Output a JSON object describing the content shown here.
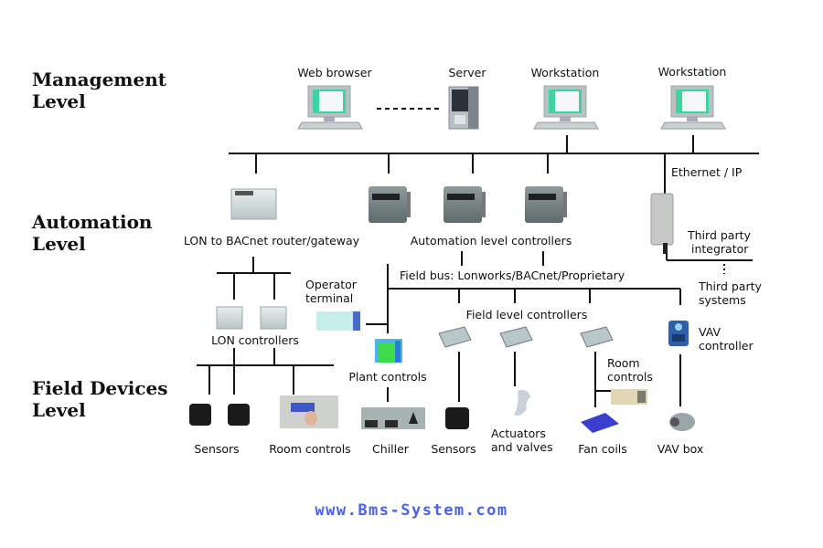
{
  "levels": {
    "management": [
      "Management",
      "Level"
    ],
    "automation": [
      "Automation",
      "Level"
    ],
    "field": [
      "Field Devices",
      "Level"
    ]
  },
  "management": {
    "web_browser": "Web browser",
    "server": "Server",
    "workstation_1": "Workstation",
    "workstation_2": "Workstation",
    "network": "Ethernet / IP"
  },
  "automation": {
    "router": "LON to BACnet router/gateway",
    "controllers": "Automation level controllers",
    "field_bus": "Field bus: Lonworks/BACnet/Proprietary",
    "third_party_integrator": [
      "Third party",
      "integrator"
    ],
    "third_party_systems": [
      "Third party",
      "systems"
    ],
    "operator_terminal": [
      "Operator",
      "terminal"
    ],
    "lon_controllers": "LON controllers",
    "field_level_controllers": "Field level controllers",
    "vav_controller": [
      "VAV",
      "controller"
    ],
    "plant_controls": "Plant controls",
    "room_controls_right": [
      "Room",
      "controls"
    ]
  },
  "field": {
    "sensors_left": "Sensors",
    "room_controls": "Room controls",
    "chiller": "Chiller",
    "sensors_mid": "Sensors",
    "actuators": [
      "Actuators",
      "and valves"
    ],
    "fan_coils": "Fan coils",
    "vav_box": "VAV box"
  },
  "footer": "www.Bms-System.com",
  "colors": {
    "footer": "#4a63e8",
    "screen": "#3fd3a0",
    "line": "#111111"
  }
}
